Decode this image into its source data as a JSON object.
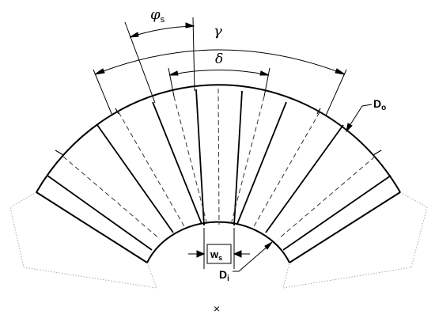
{
  "labels": {
    "phi": "φ",
    "phi_sub": "s",
    "gamma": "γ",
    "delta": "δ",
    "w": "w",
    "w_sub": "s",
    "d_outer": "D",
    "d_outer_sub": "o",
    "d_inner": "D",
    "d_inner_sub": "i",
    "center_mark": "×"
  },
  "colors": {
    "line": "#000000",
    "dotted": "#808080"
  }
}
